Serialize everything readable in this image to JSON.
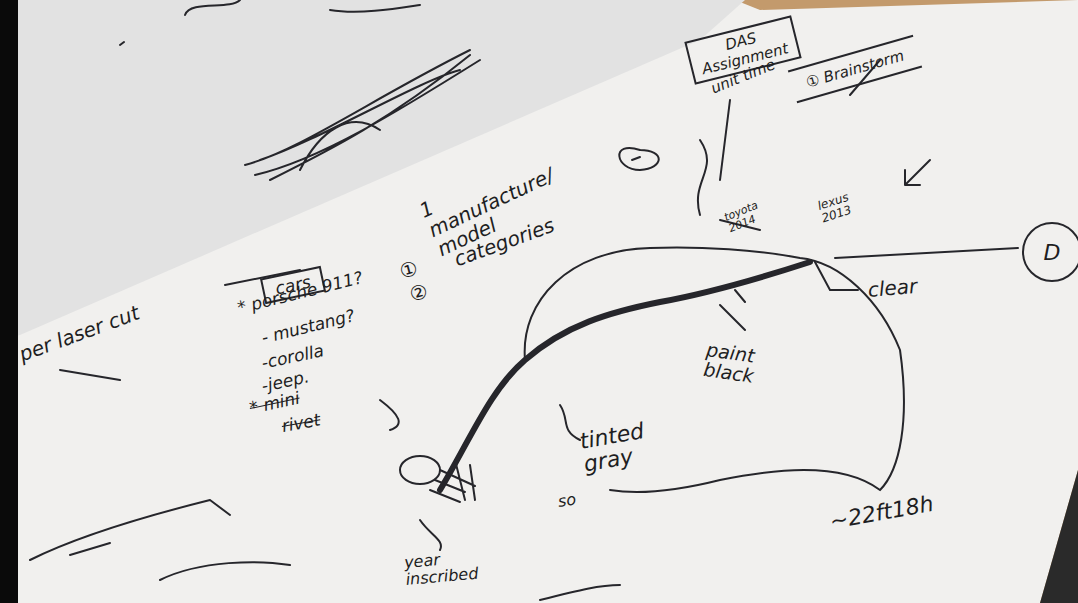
{
  "diagram": {
    "nodes": [
      {
        "text": [
          "DAS Assignment"
        ]
      },
      {
        "text": [
          "① Brainstorm"
        ]
      },
      {
        "text": [
          "D"
        ]
      },
      {
        "text": [
          "cars"
        ]
      }
    ],
    "labels": [
      "per laser cut",
      "* porsche 911?",
      "- mustang?",
      "-corolla",
      "-jeep.",
      "* mini",
      "rivet",
      "①",
      "1 manufacture/ model",
      "②",
      "categories",
      "toyota 2014",
      "lexus 2013",
      "clear",
      "paint black",
      "tinted gray",
      "so",
      "~22ft18h",
      "year inscribed",
      "unit time"
    ]
  }
}
